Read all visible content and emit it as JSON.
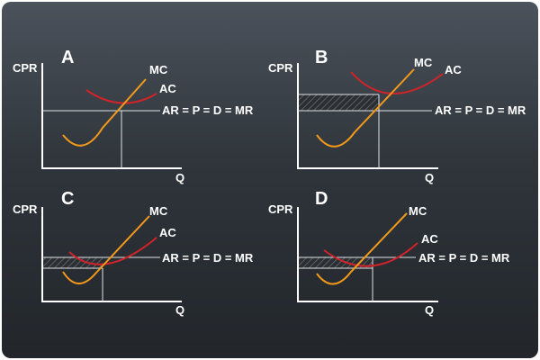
{
  "colors": {
    "mc": "#f39a1b",
    "ac": "#d0232a",
    "axis": "#ffffff",
    "guide": "#dfe3e6",
    "background_top": "#4b525b",
    "background_bottom": "#22262b"
  },
  "panels": [
    {
      "letter": "A",
      "y_label": "CPR",
      "x_label": "Q",
      "mc_label": "MC",
      "ac_label": "AC",
      "line_label": "AR = P = D = MR",
      "shaded": "none"
    },
    {
      "letter": "B",
      "y_label": "CPR",
      "x_label": "Q",
      "mc_label": "MC",
      "ac_label": "AC",
      "line_label": "AR = P = D = MR",
      "shaded": "supernormal-profit"
    },
    {
      "letter": "C",
      "y_label": "CPR",
      "x_label": "Q",
      "mc_label": "MC",
      "ac_label": "AC",
      "line_label": "AR = P = D = MR",
      "shaded": "loss"
    },
    {
      "letter": "D",
      "y_label": "CPR",
      "x_label": "Q",
      "mc_label": "MC",
      "ac_label": "AC",
      "line_label": "AR = P = D = MR",
      "shaded": "loss"
    }
  ]
}
